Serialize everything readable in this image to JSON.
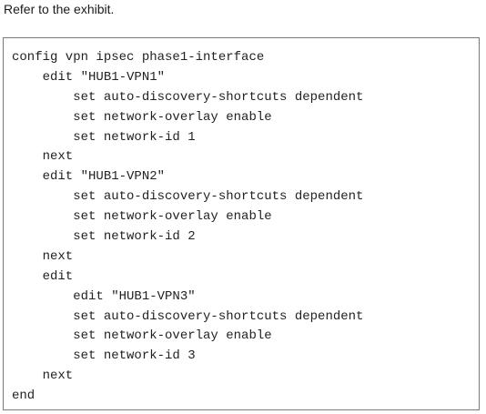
{
  "heading": "Refer to the exhibit.",
  "exhibit": {
    "lines": [
      "config vpn ipsec phase1-interface",
      "    edit \"HUB1-VPN1\"",
      "        set auto-discovery-shortcuts dependent",
      "        set network-overlay enable",
      "        set network-id 1",
      "    next",
      "    edit \"HUB1-VPN2\"",
      "        set auto-discovery-shortcuts dependent",
      "        set network-overlay enable",
      "        set network-id 2",
      "    next",
      "    edit",
      "        edit \"HUB1-VPN3\"",
      "        set auto-discovery-shortcuts dependent",
      "        set network-overlay enable",
      "        set network-id 3",
      "    next",
      "end"
    ]
  }
}
